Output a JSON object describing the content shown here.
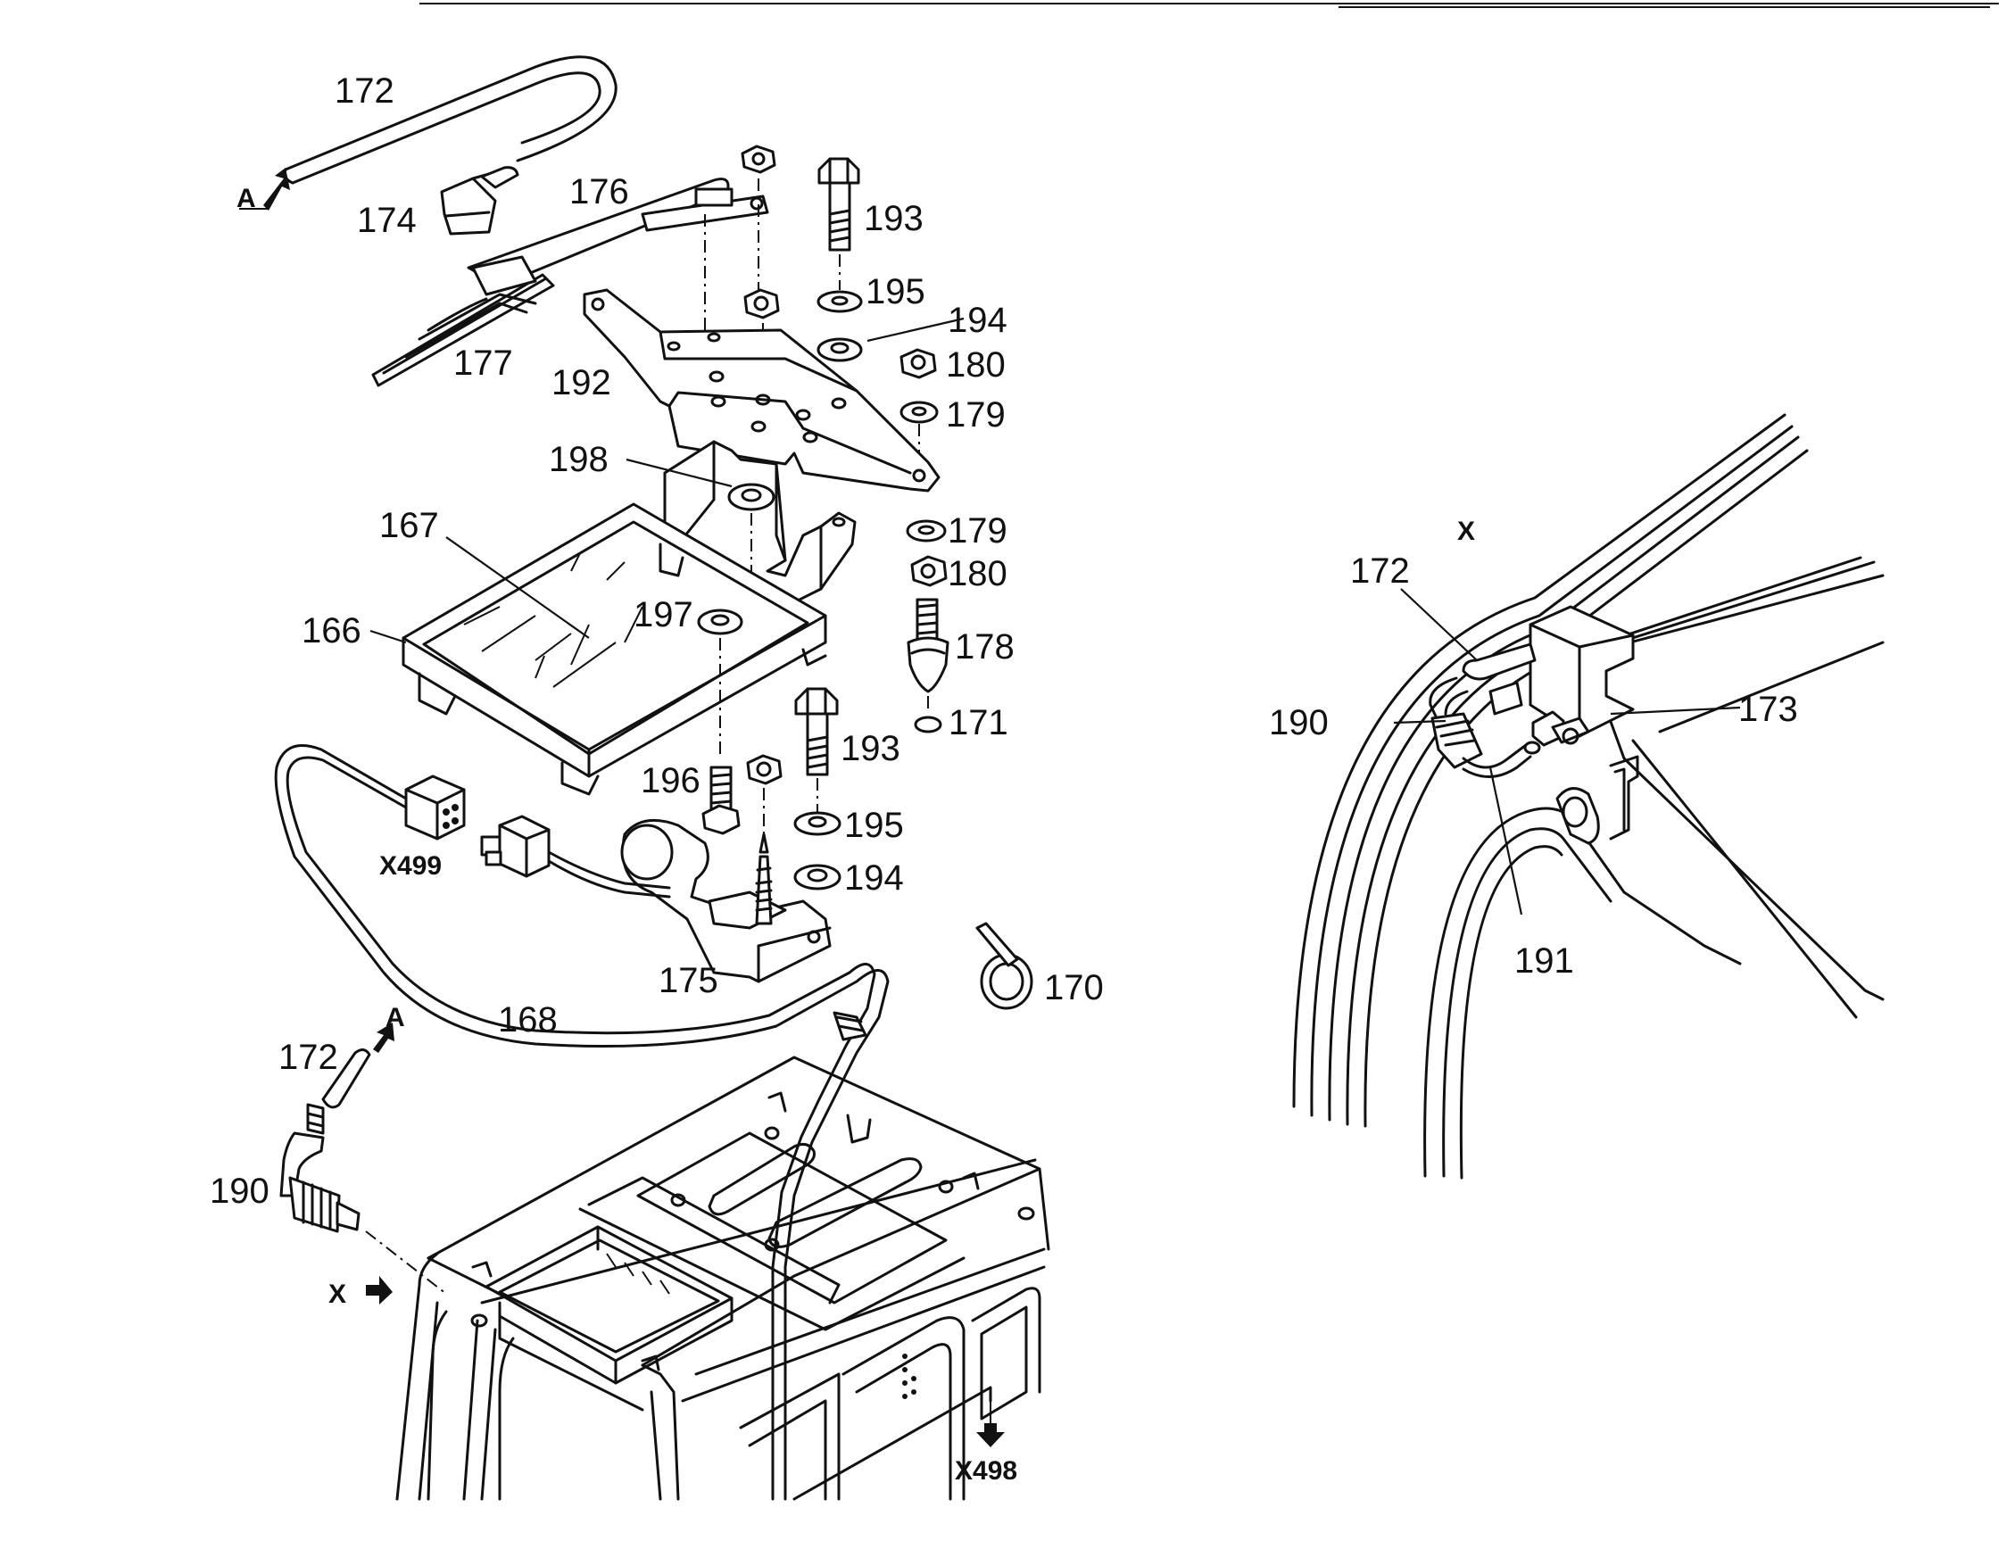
{
  "labels": {
    "p172a": "172",
    "A_top": "A",
    "p174": "174",
    "p176": "176",
    "p177": "177",
    "p193a": "193",
    "p195a": "195",
    "p194a": "194",
    "p180a": "180",
    "p179a": "179",
    "p192": "192",
    "p198": "198",
    "p167": "167",
    "p179b": "179",
    "p180b": "180",
    "p166": "166",
    "p197": "197",
    "p178": "178",
    "p171": "171",
    "p193b": "193",
    "p196": "196",
    "p195b": "195",
    "x499": "X499",
    "p194b": "194",
    "p175": "175",
    "p170": "170",
    "p168": "168",
    "A_bottom": "A",
    "p172b": "172",
    "p190a": "190",
    "X_left": "X",
    "x498": "X498",
    "X_detail": "X",
    "p172c": "172",
    "p190b": "190",
    "p173": "173",
    "p191": "191"
  }
}
